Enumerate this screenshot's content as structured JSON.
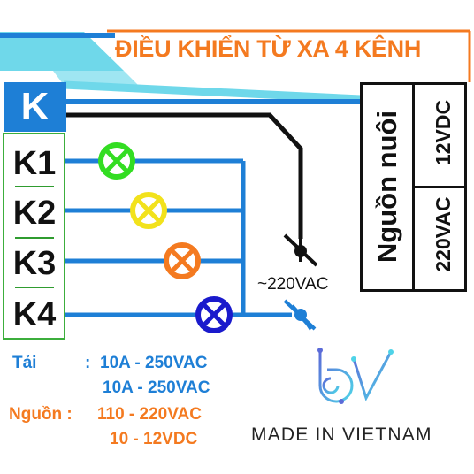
{
  "title": "ĐIỀU KHIỂN TỪ XA 4 KÊNH",
  "channels": {
    "main": "K",
    "items": [
      "K1",
      "K2",
      "K3",
      "K4"
    ]
  },
  "psu": {
    "label": "Nguồn nuôi",
    "dc": "12VDC",
    "ac": "220VAC"
  },
  "ac_input": "~220VAC",
  "specs": {
    "load_label": "Tải",
    "load_sep": ":",
    "load_1": "10A - 250VAC",
    "load_2": "10A - 250VAC",
    "power_label": "Nguồn :",
    "power_1": "110 - 220VAC",
    "power_2": "10 - 12VDC"
  },
  "footer": "MADE IN VIETNAM",
  "colors": {
    "accent_orange": "#f47a20",
    "accent_blue": "#1e7fd6",
    "frame_green": "#3cae3c",
    "light_cyan": "#4fd3e8",
    "lamp_k1": "#33dd22",
    "lamp_k2": "#f2e21c",
    "lamp_k3": "#f47a20",
    "lamp_k4": "#1a1acc"
  },
  "icons": [
    "lamp-icon",
    "switch-icon",
    "brand-logo-icon"
  ]
}
